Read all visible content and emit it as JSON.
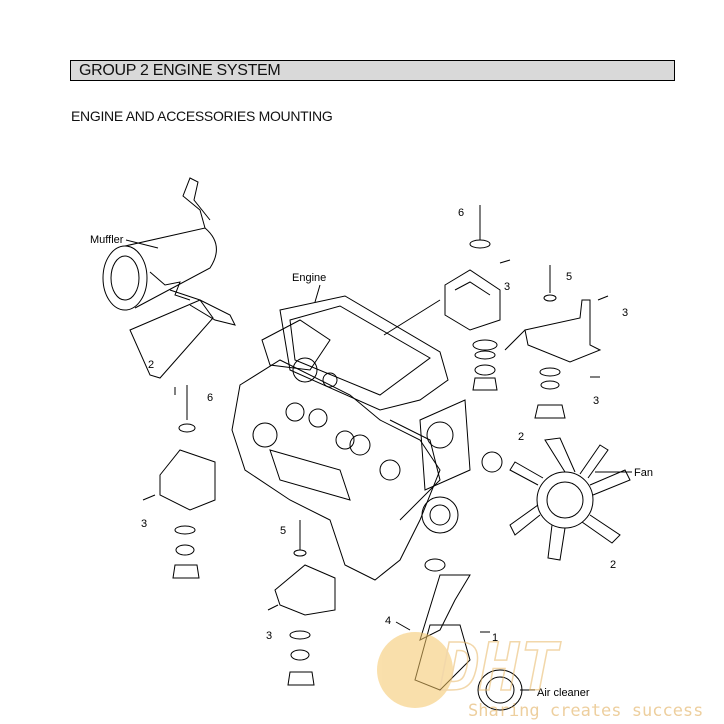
{
  "header": {
    "group_title": "GROUP  2  ENGINE SYSTEM"
  },
  "section": {
    "title": "ENGINE  AND ACCESSORIES MOUNTING"
  },
  "labels": {
    "muffler": "Muffler",
    "engine": "Engine",
    "fan": "Fan",
    "air_cleaner": "Air cleaner",
    "n1": "1",
    "n2": "2",
    "n3": "3",
    "n4": "4",
    "n5": "5",
    "n6": "6"
  },
  "watermark": {
    "logo": "DHT",
    "tagline": "Sharing creates success"
  },
  "colors": {
    "line": "#000000",
    "header_bg": "#d9d9d9",
    "watermark": "#f0c060"
  }
}
